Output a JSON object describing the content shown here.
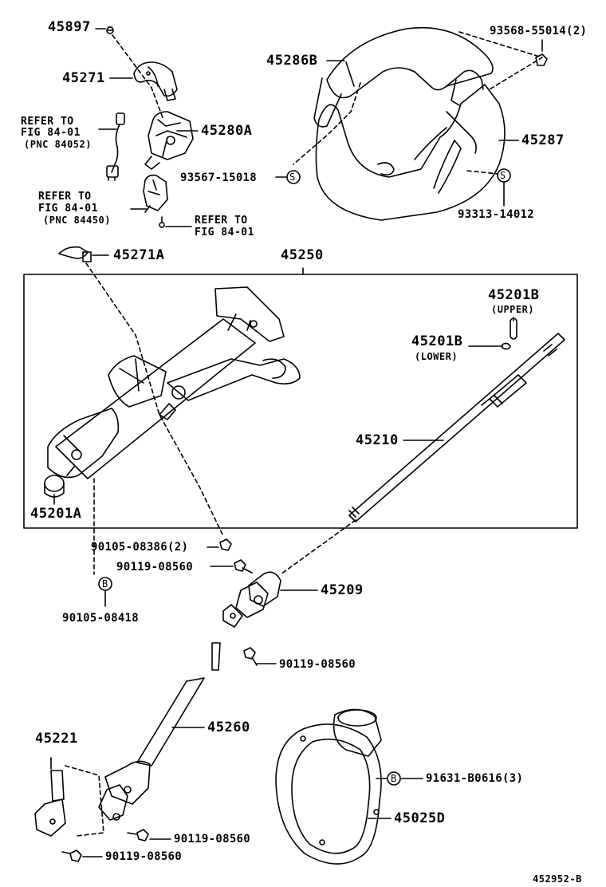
{
  "diagram": {
    "labels": {
      "p45897": "45897",
      "p45271": "45271",
      "p45280a": "45280A",
      "refer1_l1": "REFER TO",
      "refer1_l2": "FIG 84-01",
      "refer1_l3": "(PNC 84052)",
      "refer2_l1": "REFER TO",
      "refer2_l2": "FIG 84-01",
      "refer2_l3": "(PNC 84450)",
      "refer3_l1": "REFER TO",
      "refer3_l2": "FIG 84-01",
      "p45286b": "45286B",
      "p93568": "93568-55014(2)",
      "p45287": "45287",
      "p93567": "93567-15018",
      "p93313": "93313-14012",
      "p45271a": "45271A",
      "p45250": "45250",
      "p45201b_upper": "45201B",
      "upper": "(UPPER)",
      "p45201b_lower": "45201B",
      "lower": "(LOWER)",
      "p45210": "45210",
      "p45201a": "45201A",
      "p90105_08386": "90105-08386(2)",
      "p90119_08560_a": "90119-08560",
      "p45209": "45209",
      "p90105_08418": "90105-08418",
      "p90119_08560_b": "90119-08560",
      "p45221": "45221",
      "p45260": "45260",
      "p91631": "91631-B0616(3)",
      "p45025d": "45025D",
      "p90119_08560_c": "90119-08560",
      "p90119_08560_d": "90119-08560",
      "figure_code": "452952-B"
    },
    "markers": {
      "s_symbol": "S",
      "b_symbol": "B"
    }
  }
}
